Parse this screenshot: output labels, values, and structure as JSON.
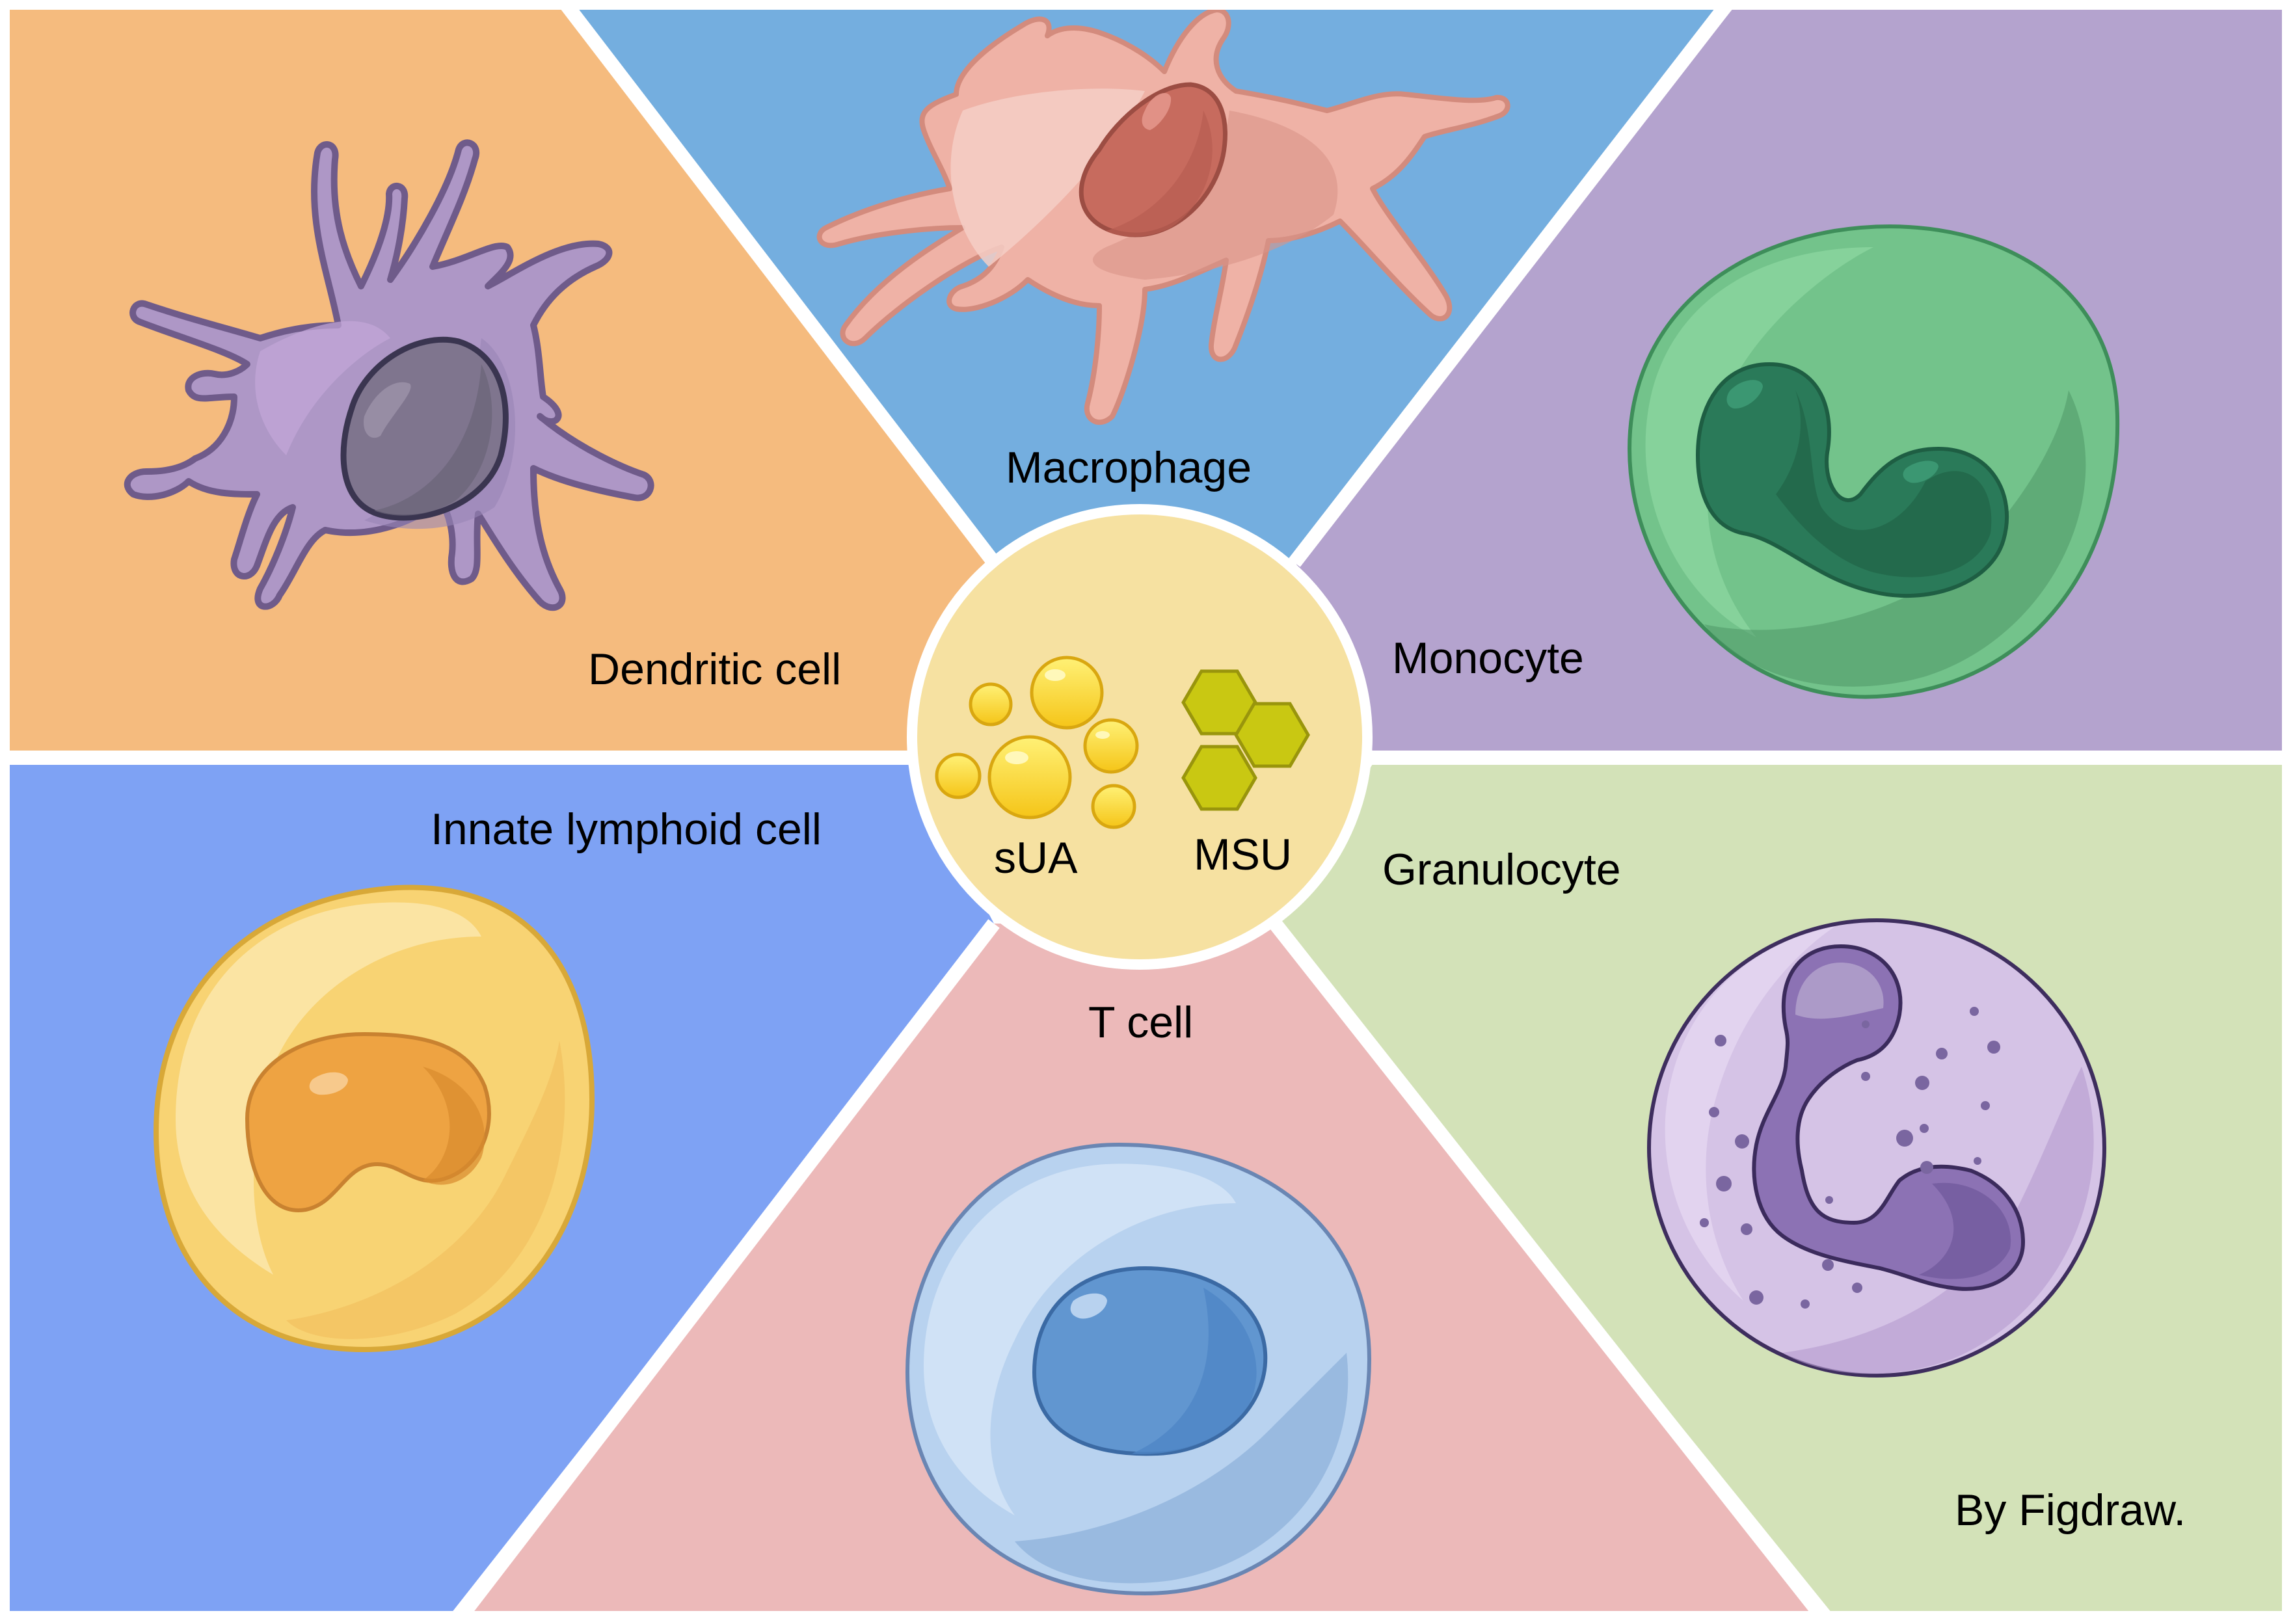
{
  "labels": {
    "dendritic": "Dendritic cell",
    "macrophage": "Macrophage",
    "monocyte": "Monocyte",
    "innate_lymphoid": "Innate lymphoid cell",
    "granulocyte": "Granulocyte",
    "t_cell": "T cell",
    "center_left": "sUA",
    "center_right": "MSU",
    "credit": "By Figdraw."
  },
  "colors": {
    "dendritic_panel": "#F5BB7E",
    "macrophage_panel": "#74AEDF",
    "monocyte_panel": "#B4A3CE",
    "innate_panel": "#7EA2F4",
    "granulocyte_panel": "#D3E2B8",
    "tcell_panel": "#ECB9B9",
    "center_circle": "#F6E1A1",
    "divider": "#FFFFFF"
  },
  "icons": {
    "dendritic": "dendritic-cell-icon",
    "macrophage": "macrophage-icon",
    "monocyte": "monocyte-icon",
    "innate": "innate-lymphoid-cell-icon",
    "granulocyte": "granulocyte-icon",
    "tcell": "t-cell-icon",
    "sua": "uric-acid-droplets-icon",
    "msu": "msu-crystals-icon"
  }
}
